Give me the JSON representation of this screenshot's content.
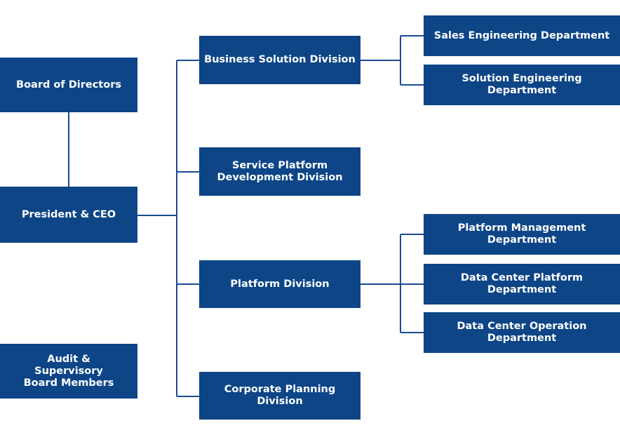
{
  "board": "Board of Directors",
  "ceo": "President & CEO",
  "audit": "Audit &\nSupervisory\nBoard Members",
  "divisions": {
    "business_solution": "Business Solution Division",
    "service_platform": "Service Platform\nDevelopment Division",
    "platform": "Platform Division",
    "corporate_planning": "Corporate Planning Division"
  },
  "departments": {
    "sales_engineering": "Sales Engineering Department",
    "solution_engineering": "Solution Engineering Department",
    "platform_management": "Platform Management Department",
    "data_center_platform": "Data Center Platform Department",
    "data_center_operation": "Data Center Operation Department"
  },
  "colors": {
    "box": "#0d4587",
    "line": "#1b4a8f",
    "text": "#ffffff"
  }
}
